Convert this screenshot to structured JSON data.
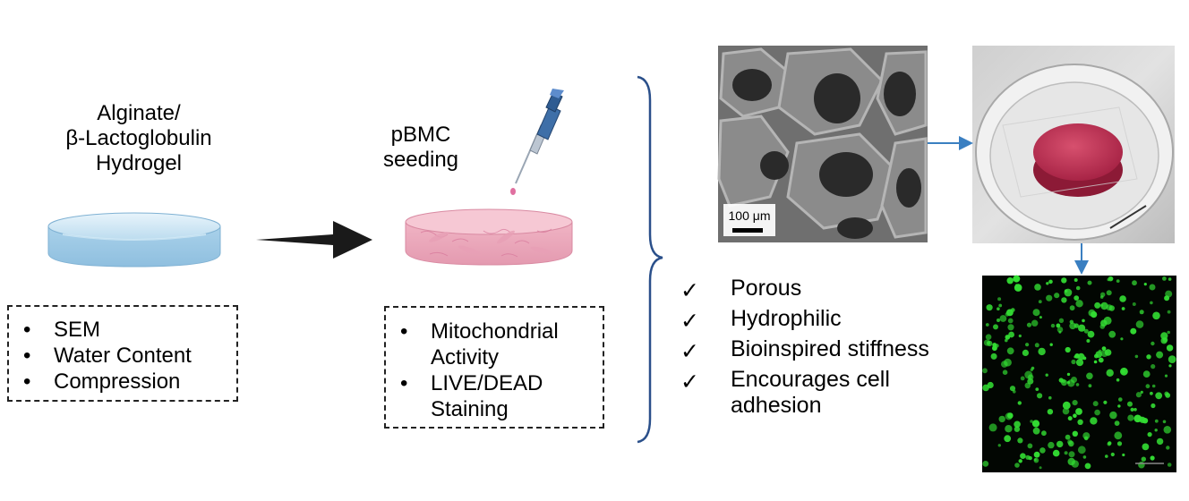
{
  "hydrogel": {
    "title_lines": [
      "Alginate/",
      "β-Lactoglobulin",
      "Hydrogel"
    ],
    "tests": [
      "SEM",
      "Water Content",
      "Compression"
    ]
  },
  "seeding": {
    "title_lines": [
      "pBMC",
      "seeding"
    ],
    "assays": [
      {
        "lines": [
          "Mitochondrial",
          "Activity"
        ]
      },
      {
        "lines": [
          "LIVE/DEAD",
          "Staining"
        ]
      }
    ]
  },
  "sem_image": {
    "scale_label": "100 μm"
  },
  "properties": [
    {
      "mark": "✓",
      "lines": [
        "Porous"
      ]
    },
    {
      "mark": "✓",
      "lines": [
        "Hydrophilic"
      ]
    },
    {
      "mark": "✓",
      "lines": [
        "Bioinspired stiffness"
      ]
    },
    {
      "mark": "✓",
      "lines": [
        "Encourages cell",
        "adhesion"
      ]
    }
  ],
  "colors": {
    "connector": "#3a7fc1",
    "brace": "#2a4f8a",
    "arrow": "#1a1a1a",
    "fluorescence": "#33dd33"
  }
}
